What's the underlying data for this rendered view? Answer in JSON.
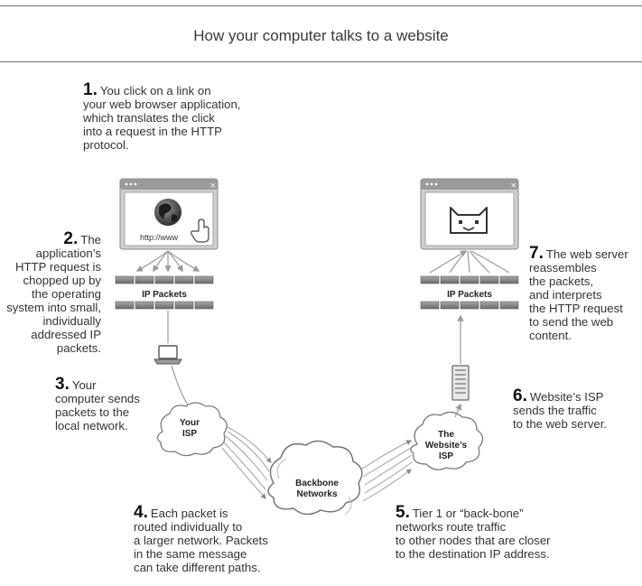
{
  "title": "How your computer talks to a website",
  "steps": [
    {
      "num": "1.",
      "text": "You click on a link on\nyour web browser application,\nwhich translates the click\ninto a request in the HTTP\nprotocol."
    },
    {
      "num": "2.",
      "text": "The\napplication’s\nHTTP request is\nchopped up by\nthe operating\nsystem into small,\nindividually\naddressed IP\npackets."
    },
    {
      "num": "3.",
      "text": "Your\ncomputer sends\npackets to the\nlocal network."
    },
    {
      "num": "4.",
      "text": "Each packet is\nrouted individually to\na larger network. Packets\nin the same message\ncan take different paths."
    },
    {
      "num": "5.",
      "text": "Tier 1 or “back-bone”\nnetworks route traffic\nto other nodes that are closer\nto the destination IP address."
    },
    {
      "num": "6.",
      "text": "Website’s ISP\nsends the traffic\nto the web server."
    },
    {
      "num": "7.",
      "text": "The web server\nreassembles\nthe packets,\nand interprets\nthe HTTP request\nto send the web\ncontent."
    }
  ],
  "diagram": {
    "browser_url": "http://www",
    "packets_left_label": "IP Packets",
    "packets_right_label": "IP Packets",
    "your_isp_line1": "Your",
    "your_isp_line2": "ISP",
    "backbone_line1": "Backbone",
    "backbone_line2": "Networks",
    "website_isp_line1": "The",
    "website_isp_line2": "Website’s",
    "website_isp_line3": "ISP"
  }
}
